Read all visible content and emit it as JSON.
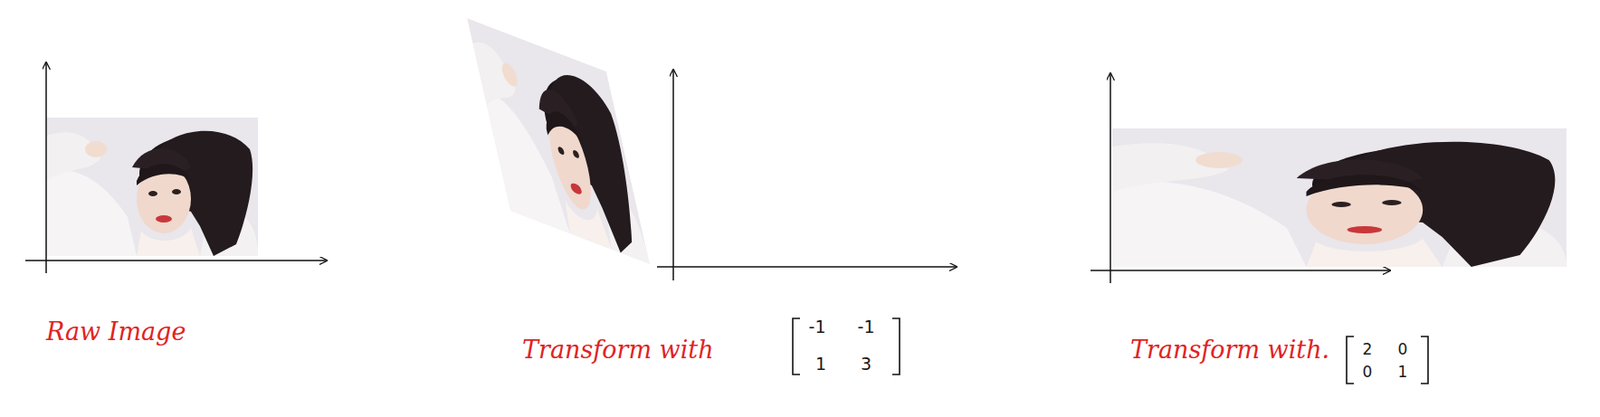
{
  "diagram": {
    "labels": [
      "Raw Image",
      "Transform with",
      "-1",
      "-1",
      "1",
      "3",
      "Transform with.",
      "2",
      "0",
      "0",
      "1"
    ]
  }
}
